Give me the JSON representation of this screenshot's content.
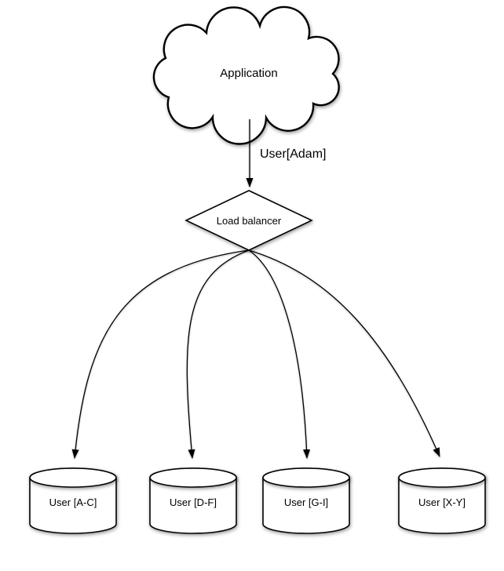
{
  "diagram": {
    "colors": {
      "background": "#ffffff",
      "shape_fill": "#ffffff",
      "stroke": "#000000",
      "text": "#000000"
    },
    "nodes": {
      "application": {
        "label": "Application",
        "shape": "cloud"
      },
      "load_balancer": {
        "label": "Load balancer",
        "shape": "diamond"
      },
      "shards": [
        {
          "label": "User [A-C]",
          "shape": "cylinder"
        },
        {
          "label": "User [D-F]",
          "shape": "cylinder"
        },
        {
          "label": "User [G-I]",
          "shape": "cylinder"
        },
        {
          "label": "User [X-Y]",
          "shape": "cylinder"
        }
      ]
    },
    "edges": {
      "app_to_lb": {
        "from": "application",
        "to": "load_balancer",
        "label": "User[Adam]"
      },
      "lb_to_shards": [
        {
          "from": "load_balancer",
          "to": "shard-a-c"
        },
        {
          "from": "load_balancer",
          "to": "shard-d-f"
        },
        {
          "from": "load_balancer",
          "to": "shard-g-i"
        },
        {
          "from": "load_balancer",
          "to": "shard-x-y"
        }
      ]
    }
  }
}
